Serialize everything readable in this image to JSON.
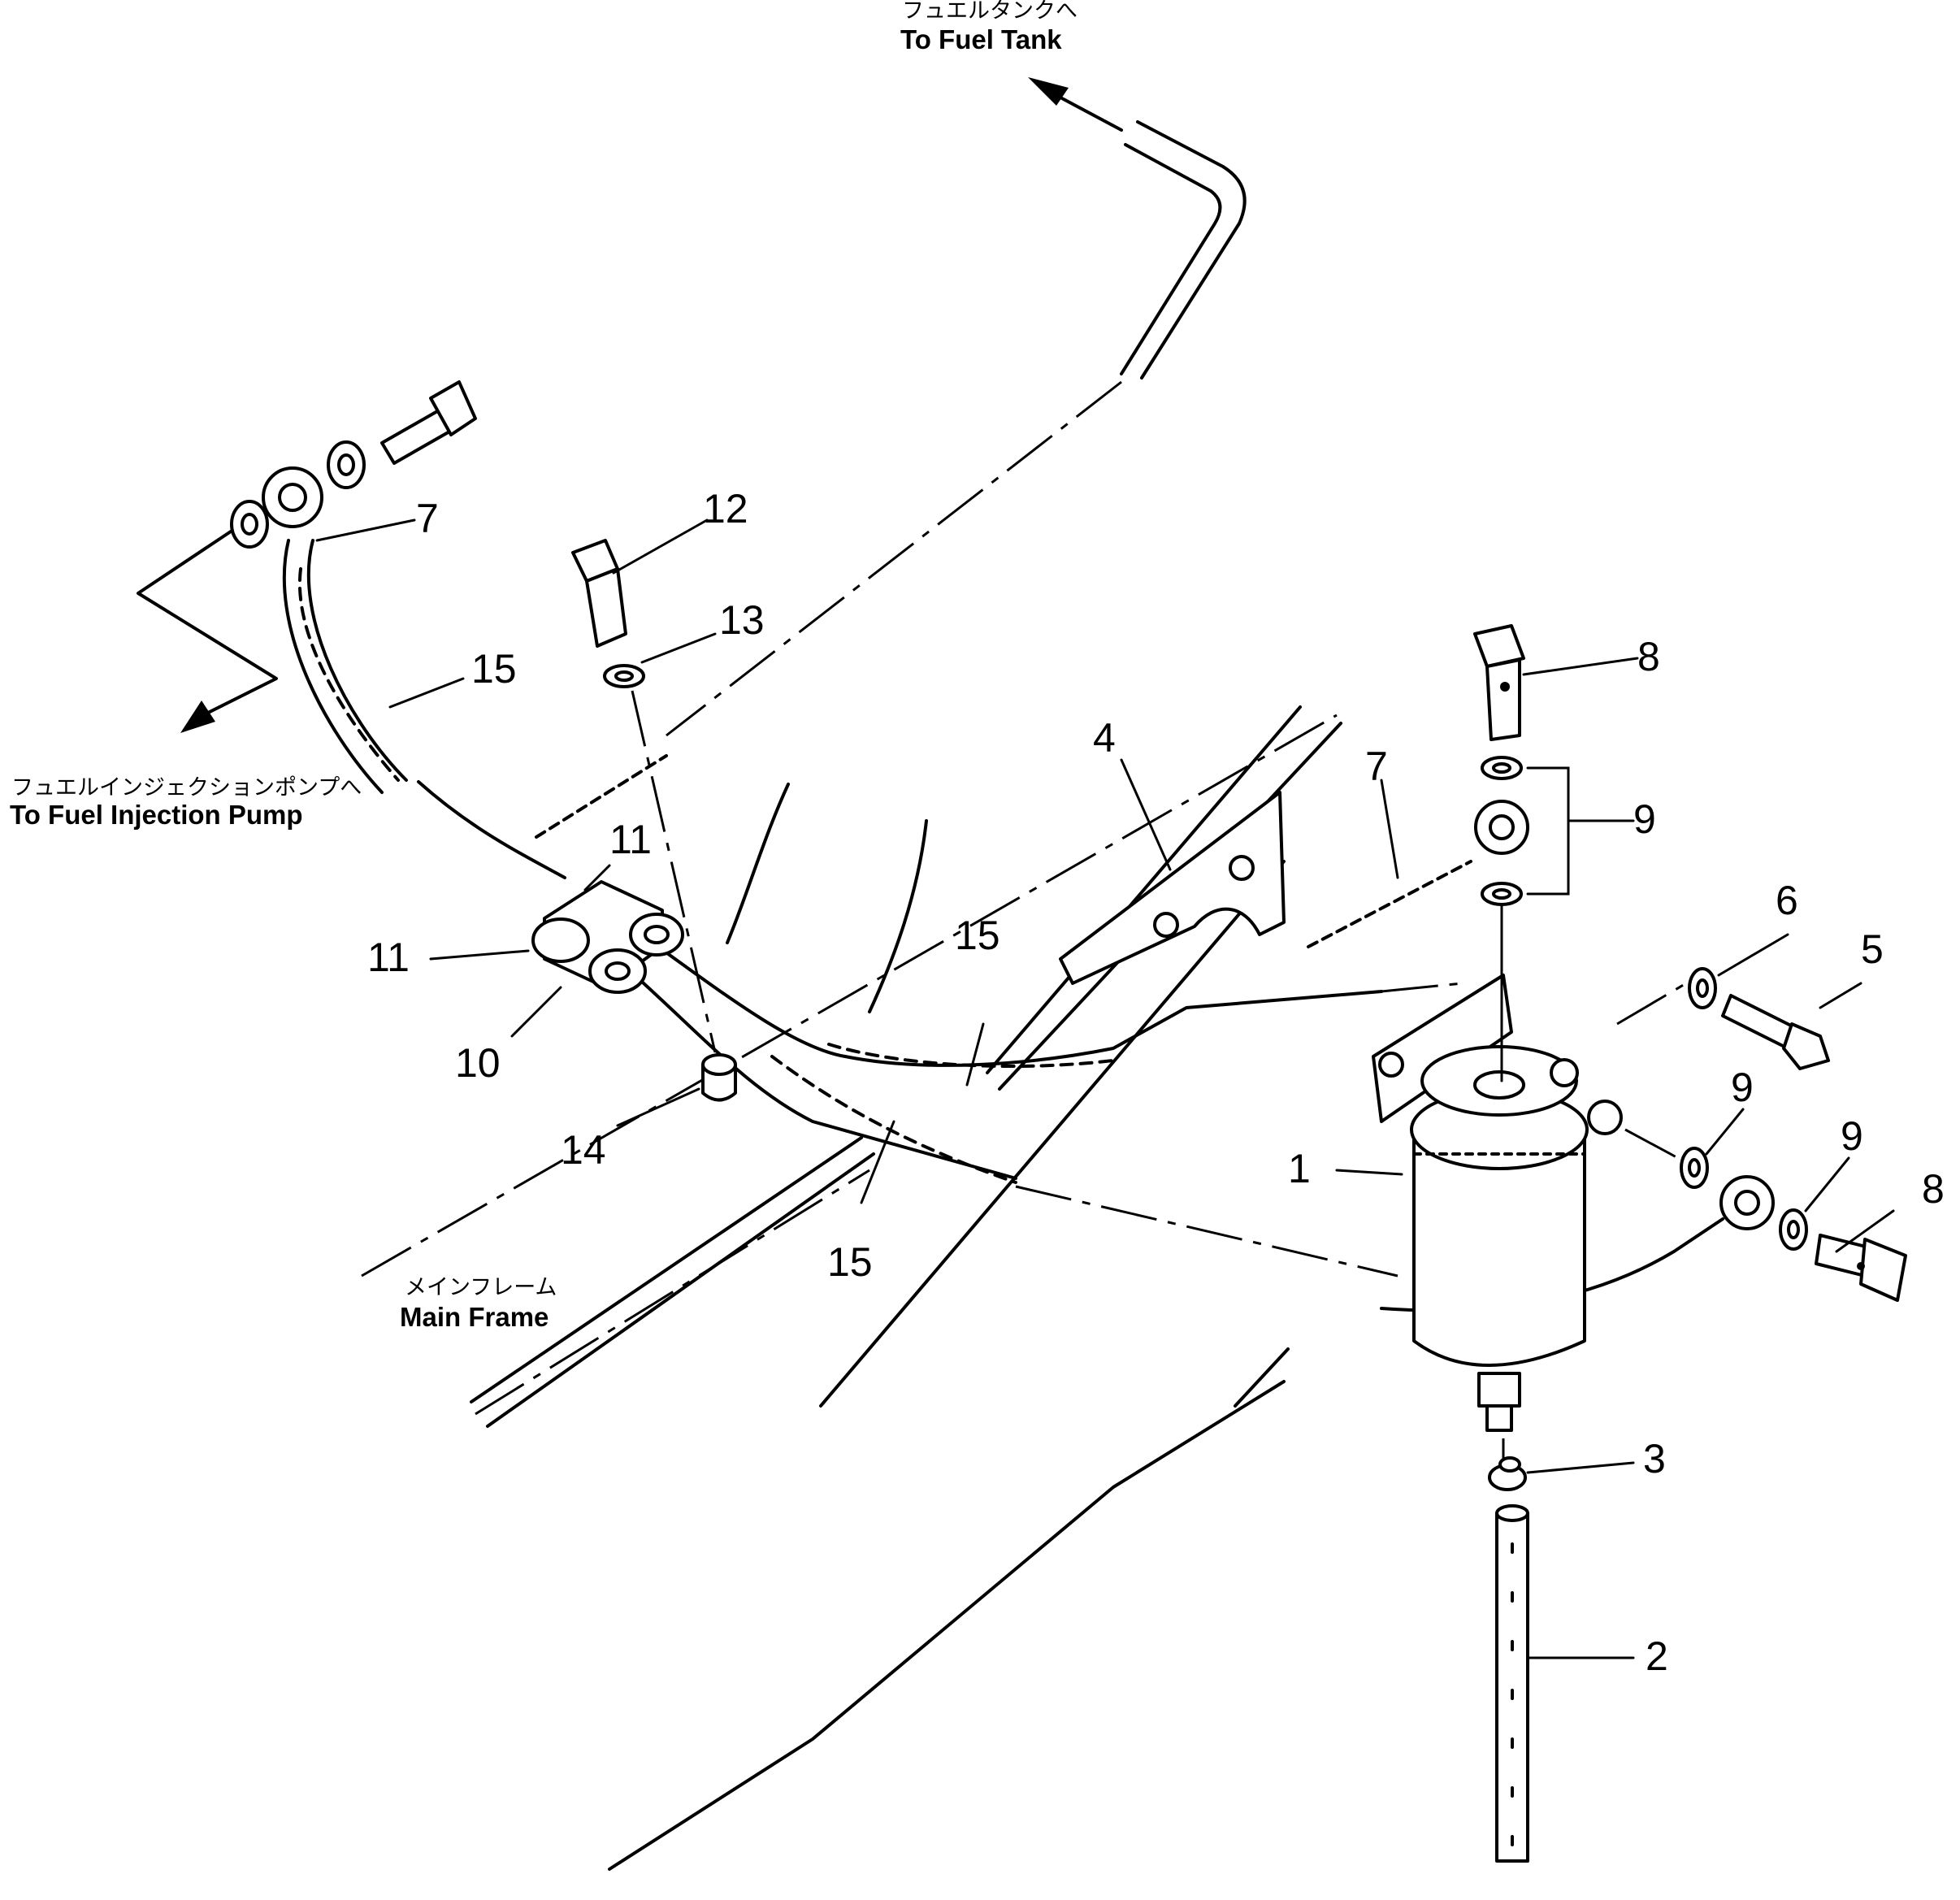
{
  "captions": {
    "fuel_tank_jp": "フュエルタンクへ",
    "fuel_tank_en": "To Fuel Tank",
    "injection_pump_jp": "フュエルインジェクションポンプへ",
    "injection_pump_en": "To Fuel Injection Pump",
    "main_frame_jp": "メインフレーム",
    "main_frame_en": "Main Frame"
  },
  "callouts": [
    "1",
    "2",
    "3",
    "4",
    "5",
    "6",
    "7",
    "7",
    "8",
    "8",
    "9",
    "9",
    "9",
    "10",
    "11",
    "11",
    "12",
    "13",
    "14",
    "15",
    "15",
    "15"
  ]
}
